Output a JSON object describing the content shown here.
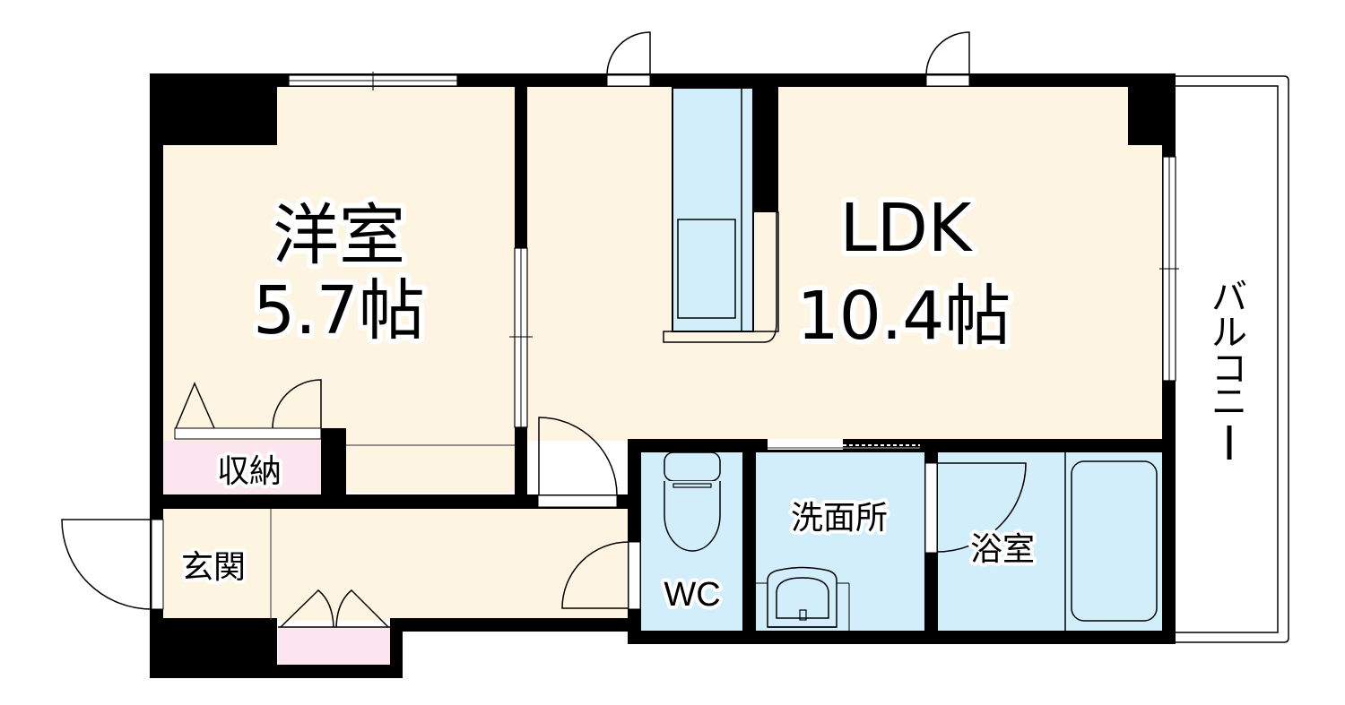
{
  "floor_plan": {
    "colors": {
      "floor": "#fdf5e2",
      "wet_area": "#d2eefa",
      "storage": "#fbe6ef",
      "wall": "#000000",
      "background": "#ffffff"
    },
    "rooms": {
      "western_room": {
        "name": "洋室",
        "size": "5.7帖"
      },
      "ldk": {
        "name": "LDK",
        "size": "10.4帖"
      },
      "storage": {
        "name": "収納"
      },
      "entrance": {
        "name": "玄関"
      },
      "toilet": {
        "name": "WC"
      },
      "washroom": {
        "name": "洗面所"
      },
      "bathroom": {
        "name": "浴室"
      },
      "balcony": {
        "name": "バルコニー",
        "chars": [
          "バ",
          "ル",
          "コ",
          "ニ",
          "ー"
        ]
      }
    }
  }
}
